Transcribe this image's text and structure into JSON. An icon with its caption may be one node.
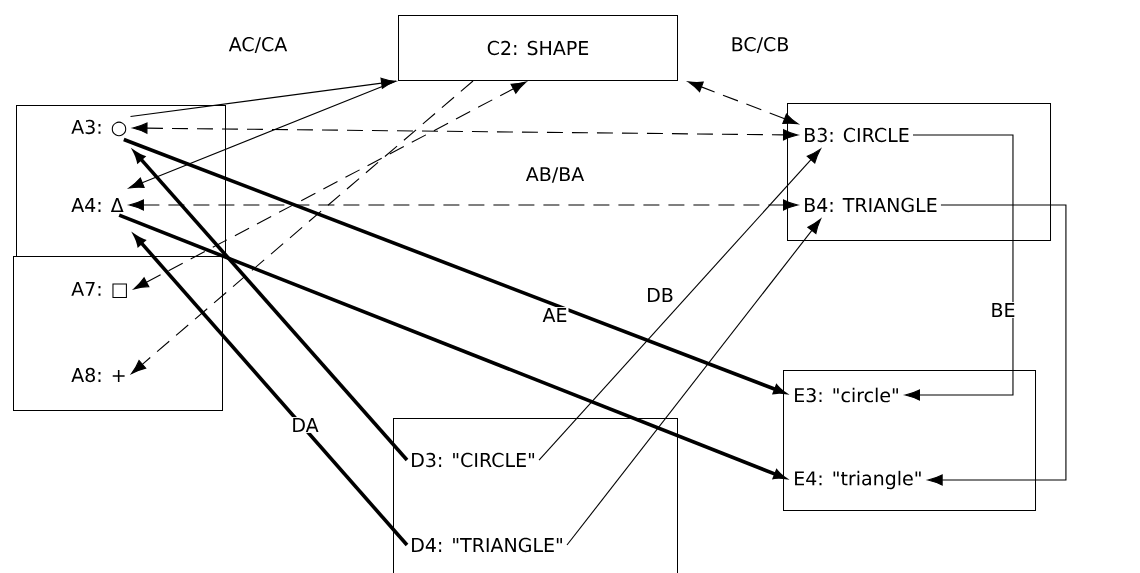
{
  "diagram": {
    "nodes": [
      {
        "text": [],
        "shape": "box"
      },
      {
        "text": [
          "A3: ○"
        ],
        "in": 0
      },
      {
        "text": [
          "A4: Δ"
        ],
        "in": 0
      },
      {
        "text": [],
        "shape": "box"
      },
      {
        "text": [
          "A7: □"
        ],
        "in": 3
      },
      {
        "text": [
          "A8: +"
        ],
        "in": 3
      },
      {
        "text": [
          "C2: SHAPE"
        ]
      },
      {
        "text": [],
        "shape": "box"
      },
      {
        "text": [
          "B3: CIRCLE"
        ],
        "in": 7
      },
      {
        "text": [
          "B4: TRIANGLE"
        ],
        "in": 7
      },
      {
        "text": [],
        "shape": "box"
      },
      {
        "text": [
          "E3: \"circle\""
        ],
        "in": 10
      },
      {
        "text": [
          "E4: \"triangle\""
        ],
        "in": 10
      },
      {
        "text": [],
        "shape": "box"
      },
      {
        "text": [
          "D3: \"CIRCLE\""
        ],
        "in": 13
      },
      {
        "text": [
          "D4: \"TRIANGLE\""
        ],
        "in": 13
      }
    ],
    "edges": [
      {
        "from": 1,
        "to": 6,
        "arrow": "to"
      },
      {
        "from": 6,
        "to": 2,
        "arrow": "to"
      },
      {
        "from": 4,
        "to": 6,
        "arrow": "both",
        "style": "dashed"
      },
      {
        "from": 6,
        "to": 5,
        "arrow": "to",
        "style": "dashed"
      },
      {
        "from": 1,
        "to": 8,
        "arrow": "both",
        "style": "dashed"
      },
      {
        "from": 2,
        "to": 9,
        "arrow": "both",
        "style": "dashed"
      },
      {
        "from": 8,
        "to": 6,
        "arrow": "both",
        "style": "dashed"
      },
      {
        "from": 14,
        "to": 8,
        "arrow": "to"
      },
      {
        "from": 15,
        "to": 9,
        "arrow": "to"
      },
      {
        "from": 14,
        "to": 1,
        "arrow": "to",
        "style": "thick"
      },
      {
        "from": 15,
        "to": 2,
        "arrow": "to",
        "style": "thick"
      },
      {
        "from": 1,
        "to": 11,
        "arrow": "to",
        "style": "thick"
      },
      {
        "from": 2,
        "to": 12,
        "arrow": "to",
        "style": "thick"
      },
      {
        "from": 8,
        "to": 11,
        "arrow": "to"
      },
      {
        "from": 9,
        "to": 12,
        "arrow": "to"
      }
    ],
    "labels": [
      "AC/CA",
      "BC/CB",
      "AB/BA",
      "DB",
      "AE",
      "BE",
      "DA"
    ]
  }
}
